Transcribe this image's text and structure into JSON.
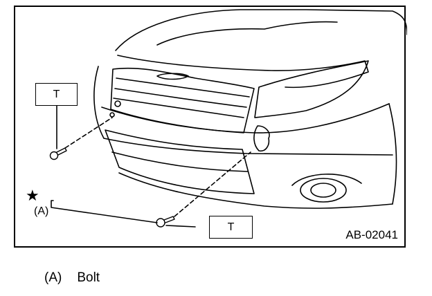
{
  "figure": {
    "torque_label_upper": "T",
    "torque_label_lower": "T",
    "callout_letter": "(A)",
    "callout_symbol": "★",
    "figure_code": "AB-02041"
  },
  "legend": [
    {
      "key": "(A)",
      "text": "Bolt"
    }
  ]
}
